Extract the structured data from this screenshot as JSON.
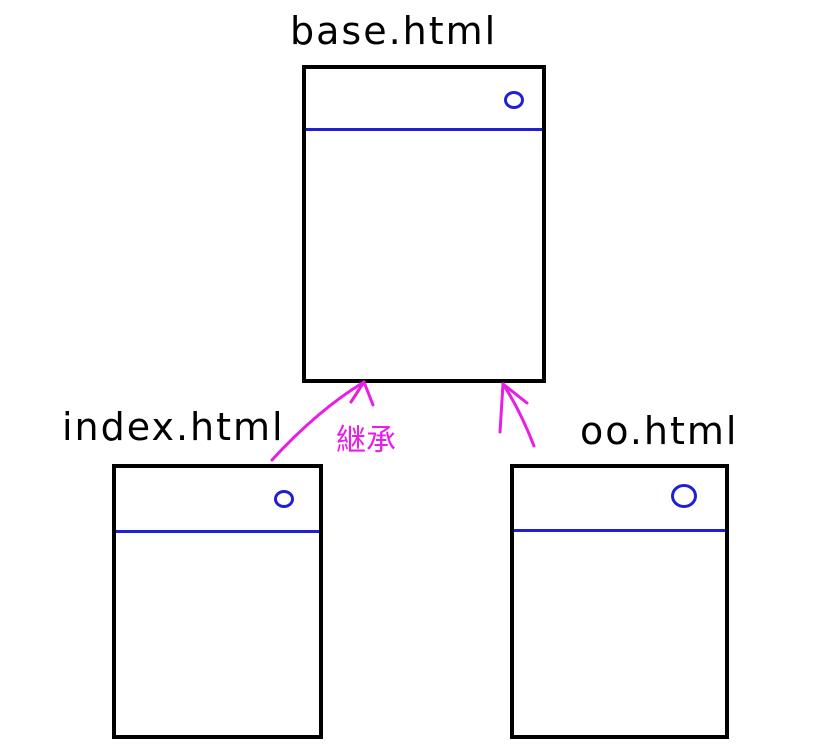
{
  "diagram": {
    "parent": {
      "filename": "base.html",
      "line_color": "#1f1fd6",
      "circle_icon": "circle-icon"
    },
    "children": [
      {
        "id": "index",
        "filename": "index.html",
        "circle_icon": "circle-icon"
      },
      {
        "id": "oo",
        "filename": "oo.html",
        "circle_icon": "circle-icon"
      }
    ],
    "relation": {
      "label": "継承",
      "color": "#e81ee8",
      "icon": "arrow-up-icon"
    },
    "colors": {
      "box_border": "#000000",
      "header_line": "#1f1fd6",
      "arrow": "#e81ee8"
    }
  }
}
